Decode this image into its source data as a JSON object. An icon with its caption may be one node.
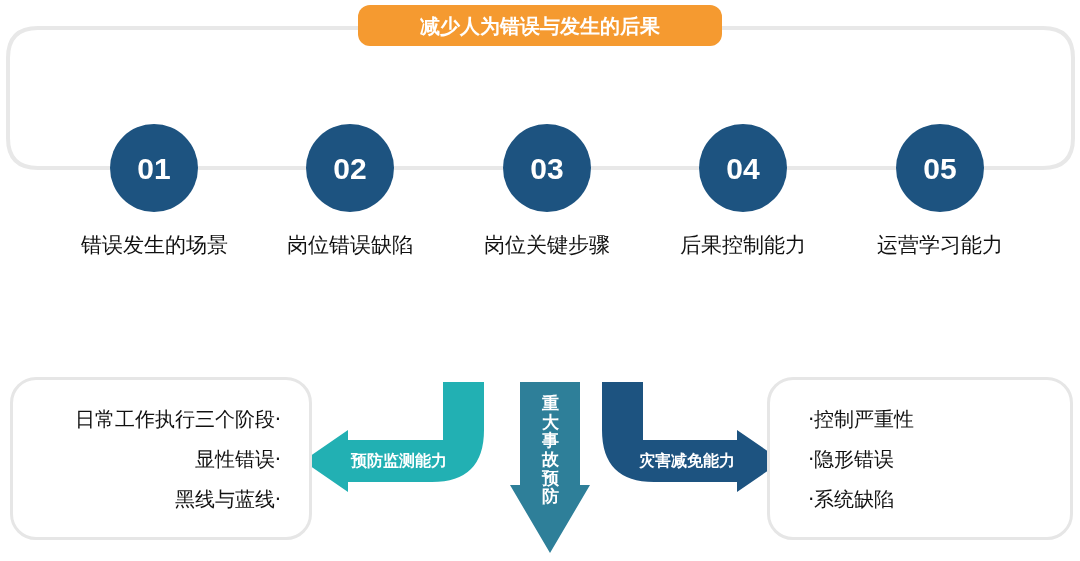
{
  "diagram": {
    "nodes": [
      {
        "text": [
          "减少人为错误与发生的后果"
        ]
      },
      {
        "text": [
          "01"
        ],
        "beside": [
          "错误发生的场景"
        ]
      },
      {
        "text": [
          "02"
        ],
        "beside": [
          "岗位错误缺陷"
        ]
      },
      {
        "text": [
          "03"
        ],
        "beside": [
          "岗位关键步骤"
        ]
      },
      {
        "text": [
          "04"
        ],
        "beside": [
          "后果控制能力"
        ]
      },
      {
        "text": [
          "05"
        ],
        "beside": [
          "运营学习能力"
        ]
      },
      {
        "text": [
          "预防监测能力"
        ]
      },
      {
        "text": [
          "重大事故预防"
        ]
      },
      {
        "text": [
          "灾害减免能力"
        ]
      },
      {
        "text": [
          "日常工作执行三个阶段·",
          "显性错误·",
          "黑线与蓝线·"
        ]
      },
      {
        "text": [
          "·控制严重性",
          "·隐形错误",
          "·系统缺陷"
        ]
      }
    ],
    "edges": [
      {
        "from": 1,
        "to": 0,
        "arrow": "none"
      },
      {
        "from": 0,
        "to": 5,
        "arrow": "none"
      },
      {
        "from": 1,
        "to": 2,
        "arrow": "none"
      },
      {
        "from": 2,
        "to": 3,
        "arrow": "none"
      },
      {
        "from": 3,
        "to": 4,
        "arrow": "none"
      },
      {
        "from": 4,
        "to": 5,
        "arrow": "none"
      }
    ]
  }
}
